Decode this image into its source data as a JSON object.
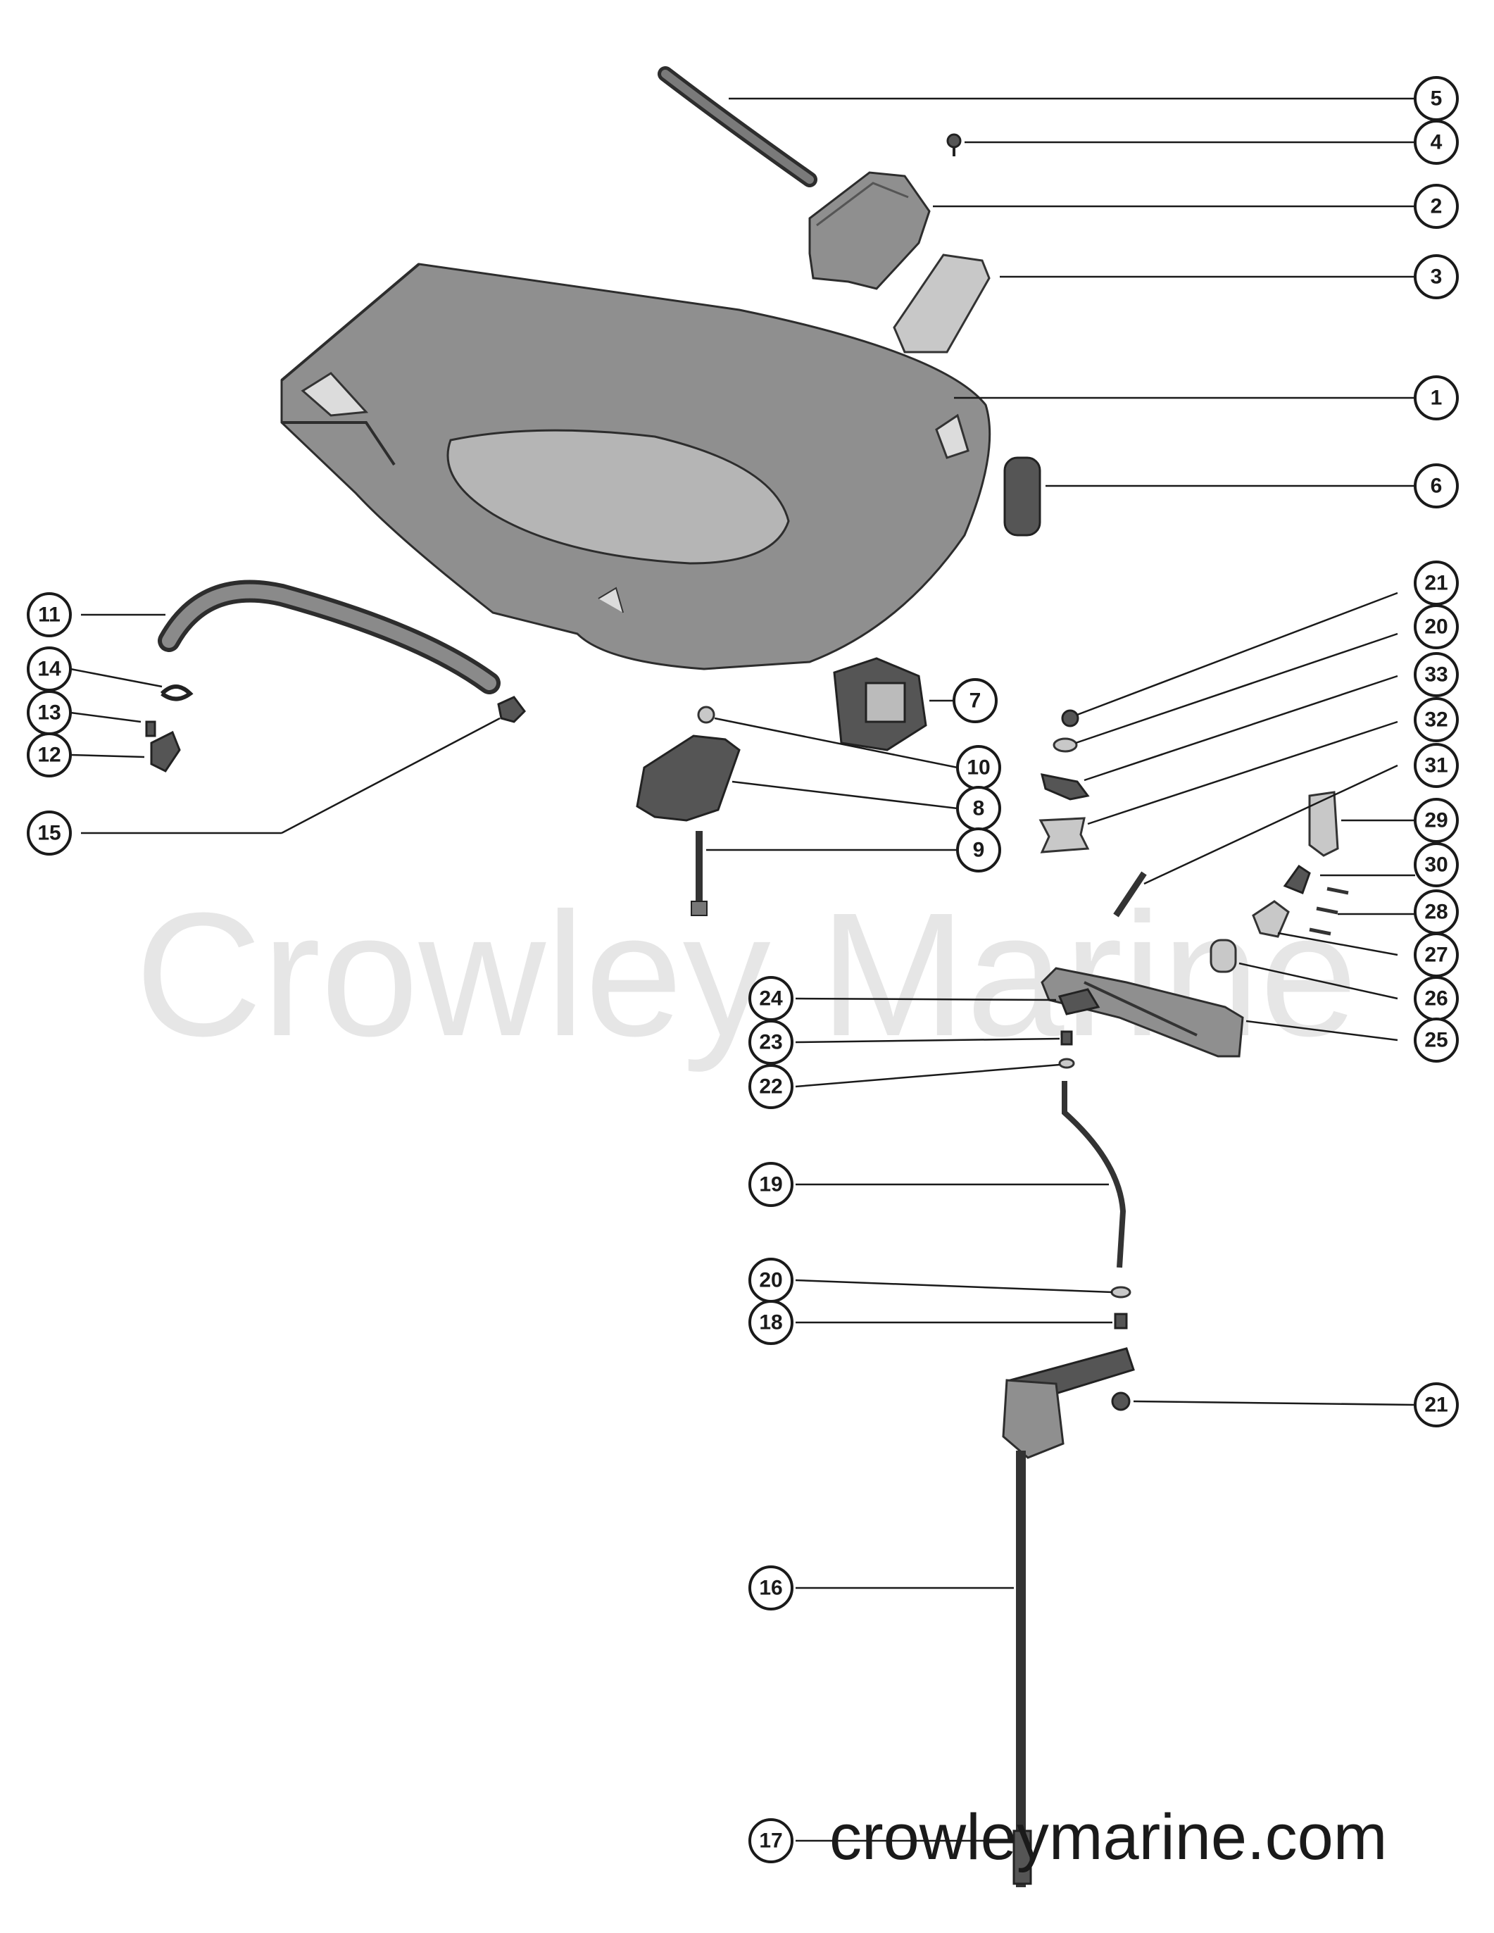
{
  "watermark": "Crowley Marine",
  "site": "crowleymarine.com",
  "callouts": [
    {
      "id": "c5",
      "label": "5"
    },
    {
      "id": "c4",
      "label": "4"
    },
    {
      "id": "c2",
      "label": "2"
    },
    {
      "id": "c3",
      "label": "3"
    },
    {
      "id": "c1",
      "label": "1"
    },
    {
      "id": "c6",
      "label": "6"
    },
    {
      "id": "c21a",
      "label": "21"
    },
    {
      "id": "c20a",
      "label": "20"
    },
    {
      "id": "c33",
      "label": "33"
    },
    {
      "id": "c32",
      "label": "32"
    },
    {
      "id": "c31",
      "label": "31"
    },
    {
      "id": "c29",
      "label": "29"
    },
    {
      "id": "c30",
      "label": "30"
    },
    {
      "id": "c28",
      "label": "28"
    },
    {
      "id": "c27",
      "label": "27"
    },
    {
      "id": "c26",
      "label": "26"
    },
    {
      "id": "c25",
      "label": "25"
    },
    {
      "id": "c7",
      "label": "7"
    },
    {
      "id": "c10",
      "label": "10"
    },
    {
      "id": "c8",
      "label": "8"
    },
    {
      "id": "c9",
      "label": "9"
    },
    {
      "id": "c11",
      "label": "11"
    },
    {
      "id": "c14",
      "label": "14"
    },
    {
      "id": "c13",
      "label": "13"
    },
    {
      "id": "c12",
      "label": "12"
    },
    {
      "id": "c15",
      "label": "15"
    },
    {
      "id": "c24",
      "label": "24"
    },
    {
      "id": "c23",
      "label": "23"
    },
    {
      "id": "c22",
      "label": "22"
    },
    {
      "id": "c19",
      "label": "19"
    },
    {
      "id": "c20b",
      "label": "20"
    },
    {
      "id": "c18",
      "label": "18"
    },
    {
      "id": "c21b",
      "label": "21"
    },
    {
      "id": "c16",
      "label": "16"
    },
    {
      "id": "c17",
      "label": "17"
    }
  ]
}
